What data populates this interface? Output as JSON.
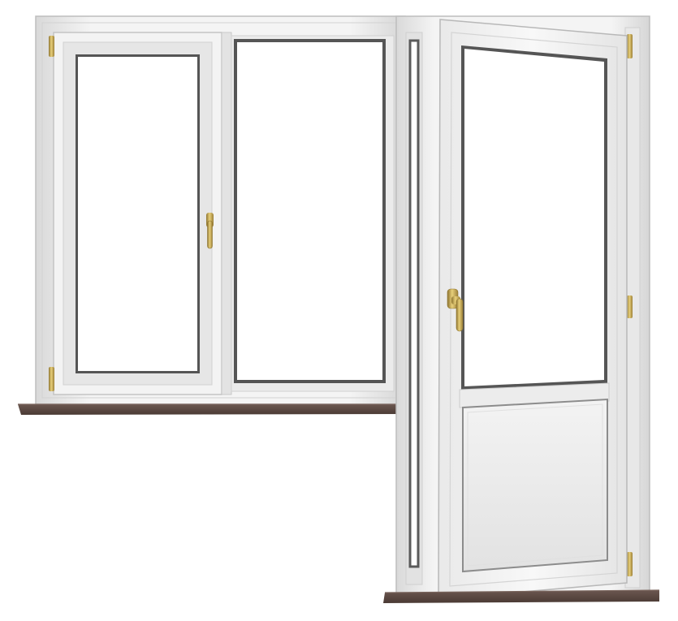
{
  "scene": {
    "subject": "pvc-balcony-block",
    "colors": {
      "profile": "#f2f2f2",
      "profile_shadow": "#cfcfcf",
      "profile_edge": "#a9a9a9",
      "glass": "#ffffff",
      "gasket": "#555555",
      "sill": "#5b4740",
      "sill_edge": "#3e2f2a",
      "fitting_gold": "#c8a84a",
      "fitting_gold_dark": "#8d7430",
      "background": "#ffffff"
    },
    "parts": {
      "window_casement_left": {
        "state": "closed",
        "handle": "vertical"
      },
      "window_fixed_center": {
        "state": "fixed"
      },
      "balcony_door": {
        "state": "open",
        "glazing": "top",
        "panel": "bottom-sandwich"
      }
    }
  }
}
